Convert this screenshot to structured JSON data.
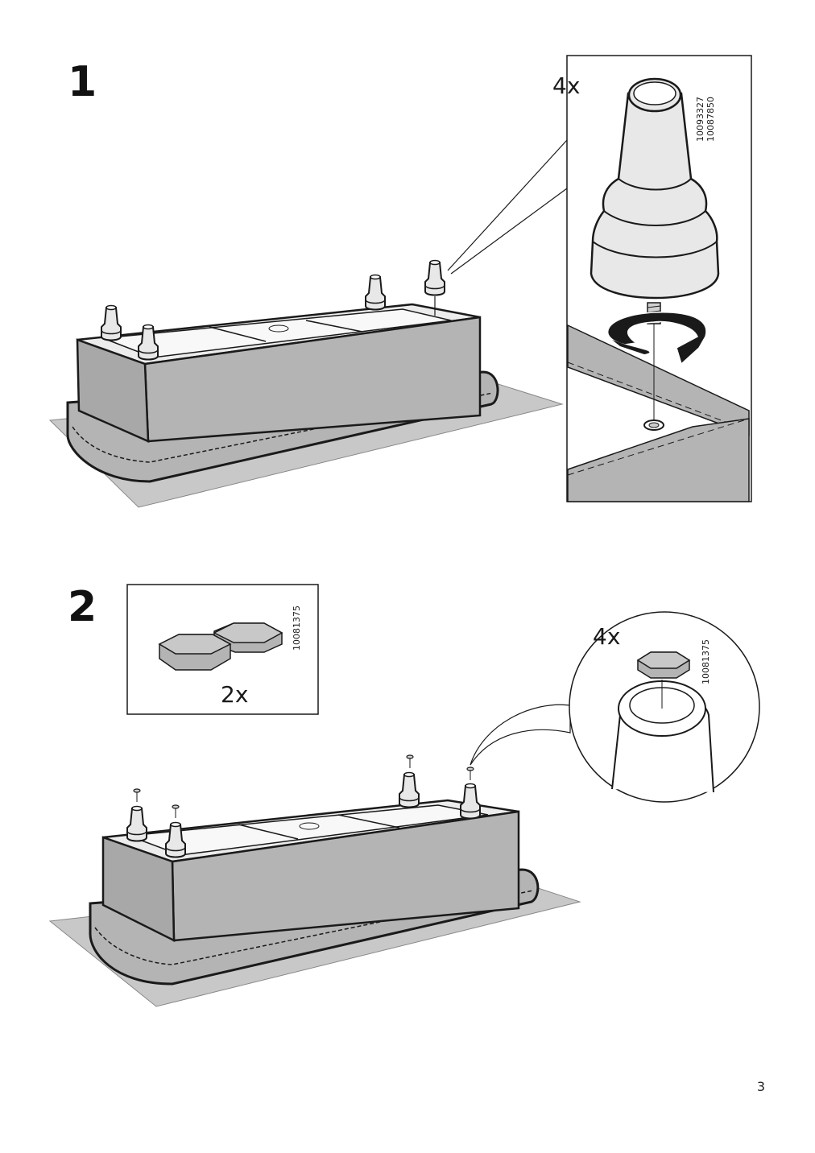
{
  "page": {
    "number": "3"
  },
  "steps": [
    {
      "number": "1",
      "detail": {
        "quantity": "4x",
        "part_numbers": [
          "10093327",
          "10087850"
        ]
      }
    },
    {
      "number": "2",
      "parts_box": {
        "quantity": "2x",
        "part_number": "10081375"
      },
      "detail": {
        "quantity": "4x",
        "part_number": "10081375"
      }
    }
  ],
  "colors": {
    "fabric": "#b4b4b4",
    "fabric_dark": "#9a9a9a",
    "floor": "#c8c8c8",
    "line": "#1a1a1a",
    "frame": "#e4e4e4"
  }
}
